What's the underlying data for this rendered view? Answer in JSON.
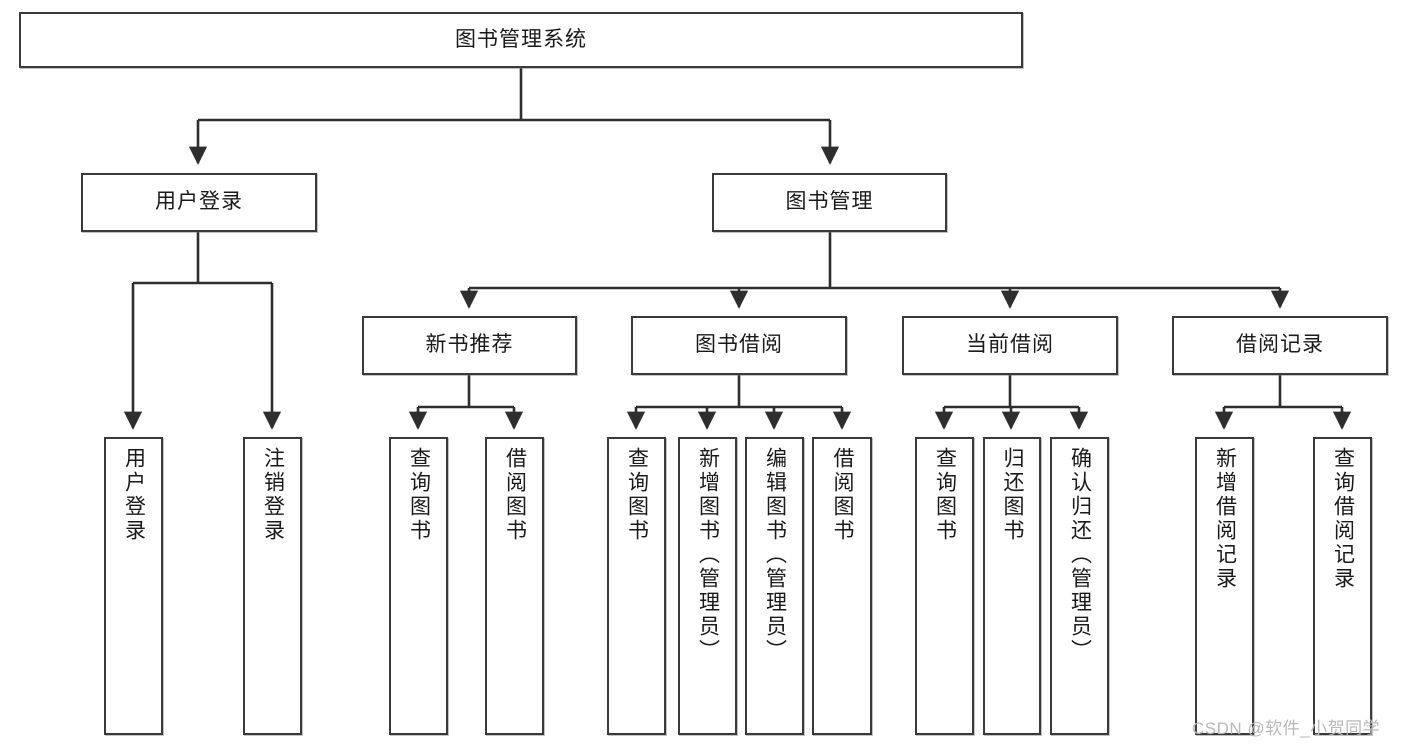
{
  "diagram": {
    "title": "图书管理系统",
    "type": "tree-hierarchy",
    "watermark": "CSDN @软件_小贺同学",
    "accent_color": "#3a3a3a",
    "background_color": "#ffffff",
    "root": {
      "label": "图书管理系统"
    },
    "level2": [
      {
        "label": "用户登录"
      },
      {
        "label": "图书管理"
      }
    ],
    "level3": [
      {
        "label": "新书推荐"
      },
      {
        "label": "图书借阅"
      },
      {
        "label": "当前借阅"
      },
      {
        "label": "借阅记录"
      }
    ],
    "leaves": [
      {
        "label": "用户登录",
        "parent": "用户登录"
      },
      {
        "label": "注销登录",
        "parent": "用户登录"
      },
      {
        "label": "查询图书",
        "parent": "新书推荐"
      },
      {
        "label": "借阅图书",
        "parent": "新书推荐"
      },
      {
        "label": "查询图书",
        "parent": "图书借阅"
      },
      {
        "label": "新增图书（管理员）",
        "parent": "图书借阅"
      },
      {
        "label": "编辑图书（管理员）",
        "parent": "图书借阅"
      },
      {
        "label": "借阅图书",
        "parent": "图书借阅"
      },
      {
        "label": "查询图书",
        "parent": "当前借阅"
      },
      {
        "label": "归还图书",
        "parent": "当前借阅"
      },
      {
        "label": "确认归还（管理员）",
        "parent": "当前借阅"
      },
      {
        "label": "新增借阅记录",
        "parent": "借阅记录"
      },
      {
        "label": "查询借阅记录",
        "parent": "借阅记录"
      }
    ]
  }
}
